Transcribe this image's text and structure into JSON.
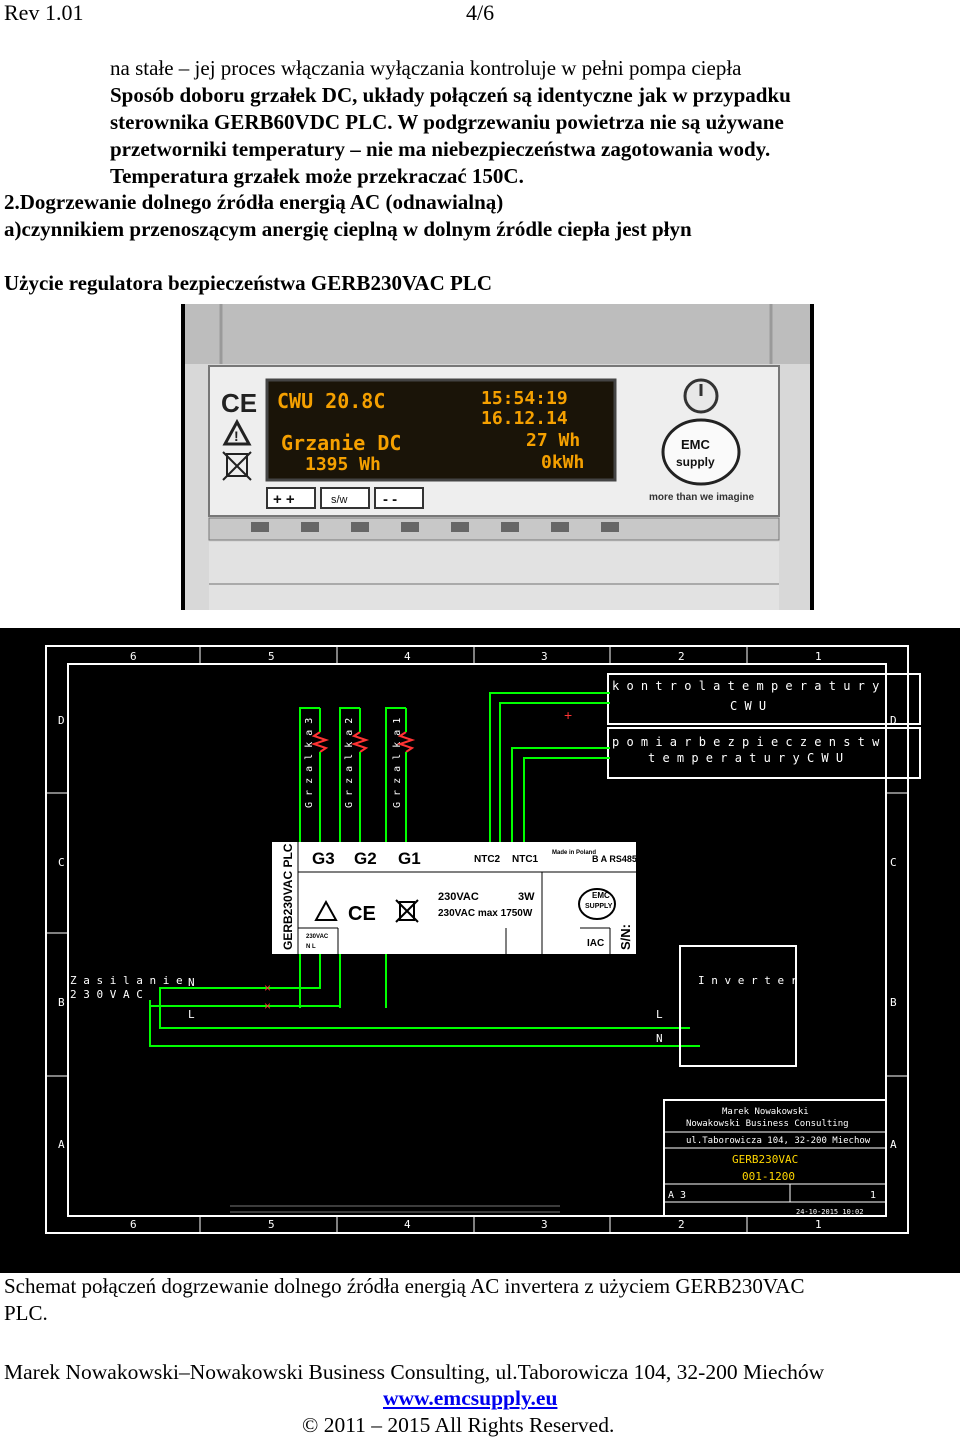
{
  "header": {
    "rev": "Rev 1.01",
    "page": "4/6"
  },
  "paragraphs": {
    "line1": "na stałe – jej proces włączania wyłączania kontroluje w pełni pompa ciepła",
    "line2": "Sposób doboru grzałek DC, układy połączeń są identyczne jak w przypadku",
    "line3": "sterownika GERB60VDC PLC. W podgrzewaniu powietrza nie są używane",
    "line4": "przetworniki temperatury – nie ma niebezpieczeństwa zagotowania wody.",
    "line5": "Temperatura grzałek może przekraczać 150C.",
    "line6": "2.Dogrzewanie dolnego źródła energią AC (odnawialną)",
    "line7": "a)czynnikiem przenoszącym anergię cieplną w dolnym źródle ciepła jest płyn",
    "heading": "Użycie regulatora bezpieczeństwa GERB230VAC PLC"
  },
  "device_photo": {
    "lcd_line1_left": "CWU 20.8C",
    "lcd_line1_right": "15:54:19",
    "lcd_line2_right": "16.12.14",
    "lcd_line3_left": "Grzanie DC",
    "lcd_line3_right": "27 Wh",
    "lcd_line4_left": "1395 Wh",
    "lcd_line4_right": "0kWh",
    "logo_line1": "EMC",
    "logo_line2": "supply",
    "ce_mark": "CE",
    "btn_plus": "+ +",
    "btn_mid": "s/w",
    "btn_minus": "- -",
    "slogan": "more than we imagine"
  },
  "schematic": {
    "grid_top": [
      "6",
      "5",
      "4",
      "3",
      "2",
      "1"
    ],
    "grid_side": [
      "D",
      "C",
      "B",
      "A"
    ],
    "box1_line1": "k o n t r o l a   t e m p e r a t u r y",
    "box1_line2": "C W U",
    "box2_line1": "p o m i a r   b e z p i e c z e n s t w",
    "box2_line2": "t e m p e r a t u r y   C W U",
    "heater3": "G r z a l k a  3",
    "heater2": "G r z a l k a  2",
    "heater1": "G r z a l k a  1",
    "plc_name": "GERB230VAC PLC",
    "term_g3": "G3",
    "term_g2": "G2",
    "term_g1": "G1",
    "term_ntc2": "NTC2",
    "term_ntc1": "NTC1",
    "made_in": "Made in Poland",
    "rs485": "B A RS485",
    "spec1": "230VAC",
    "spec2": "3W",
    "spec3": "230VAC max 1750W",
    "plc_logo1": "EMC",
    "plc_logo2": "SUPPLY",
    "sn": "S/N:",
    "iac": "IAC",
    "vac_small": "230VAC",
    "vac_nl": "N  L",
    "supply_l1": "Z a s i l a n i e",
    "supply_l2": "2 3 0 V  A C",
    "label_n": "N",
    "label_l": "L",
    "inverter": "I n v e r t e r",
    "tb_author": "Marek Nowakowski",
    "tb_company": "Nowakowski Business Consulting",
    "tb_address": "ul.Taborowicza 104, 32-200 Miechow",
    "tb_title": "GERB230VAC",
    "tb_number": "001-1200",
    "tb_date": "24-10-2015 10:02",
    "tb_sheet": "1",
    "tb_size": "A 3"
  },
  "caption_line1": "Schemat połączeń dogrzewanie dolnego źródła energią AC invertera z użyciem GERB230VAC",
  "caption_line2": "PLC.",
  "footer": {
    "address": "Marek Nowakowski–Nowakowski Business Consulting, ul.Taborowicza 104, 32-200 Miechów",
    "website": "www.emcsupply.eu",
    "copyright": "© 2011 – 2015 All Rights Reserved."
  },
  "colors": {
    "link": "#0000ee",
    "lcd": "#f5a000",
    "wire_green": "#00ff00",
    "plus_red": "#ff3333"
  }
}
